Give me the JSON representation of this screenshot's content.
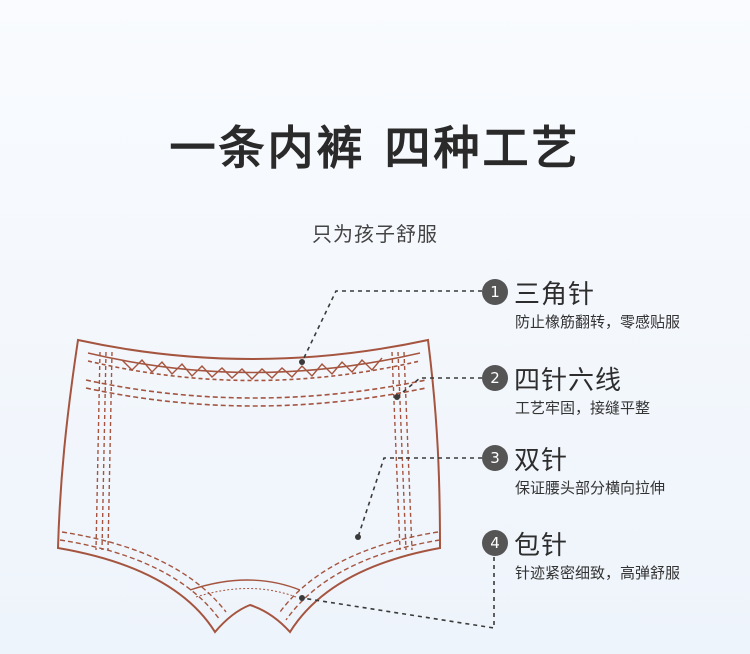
{
  "header": {
    "title": "一条内裤 四种工艺",
    "subtitle": "只为孩子舒服"
  },
  "callouts": [
    {
      "number": "1",
      "title": "三角针",
      "desc": "防止橡筋翻转，零感贴服"
    },
    {
      "number": "2",
      "title": "四针六线",
      "desc": "工艺牢固，接缝平整"
    },
    {
      "number": "3",
      "title": "双针",
      "desc": "保证腰头部分横向拉伸"
    },
    {
      "number": "4",
      "title": "包针",
      "desc": "针迹紧密细致，高弹舒服"
    }
  ],
  "colors": {
    "stitch": "#a5553f",
    "leader": "#3a3a3a",
    "badge": "#555555"
  }
}
